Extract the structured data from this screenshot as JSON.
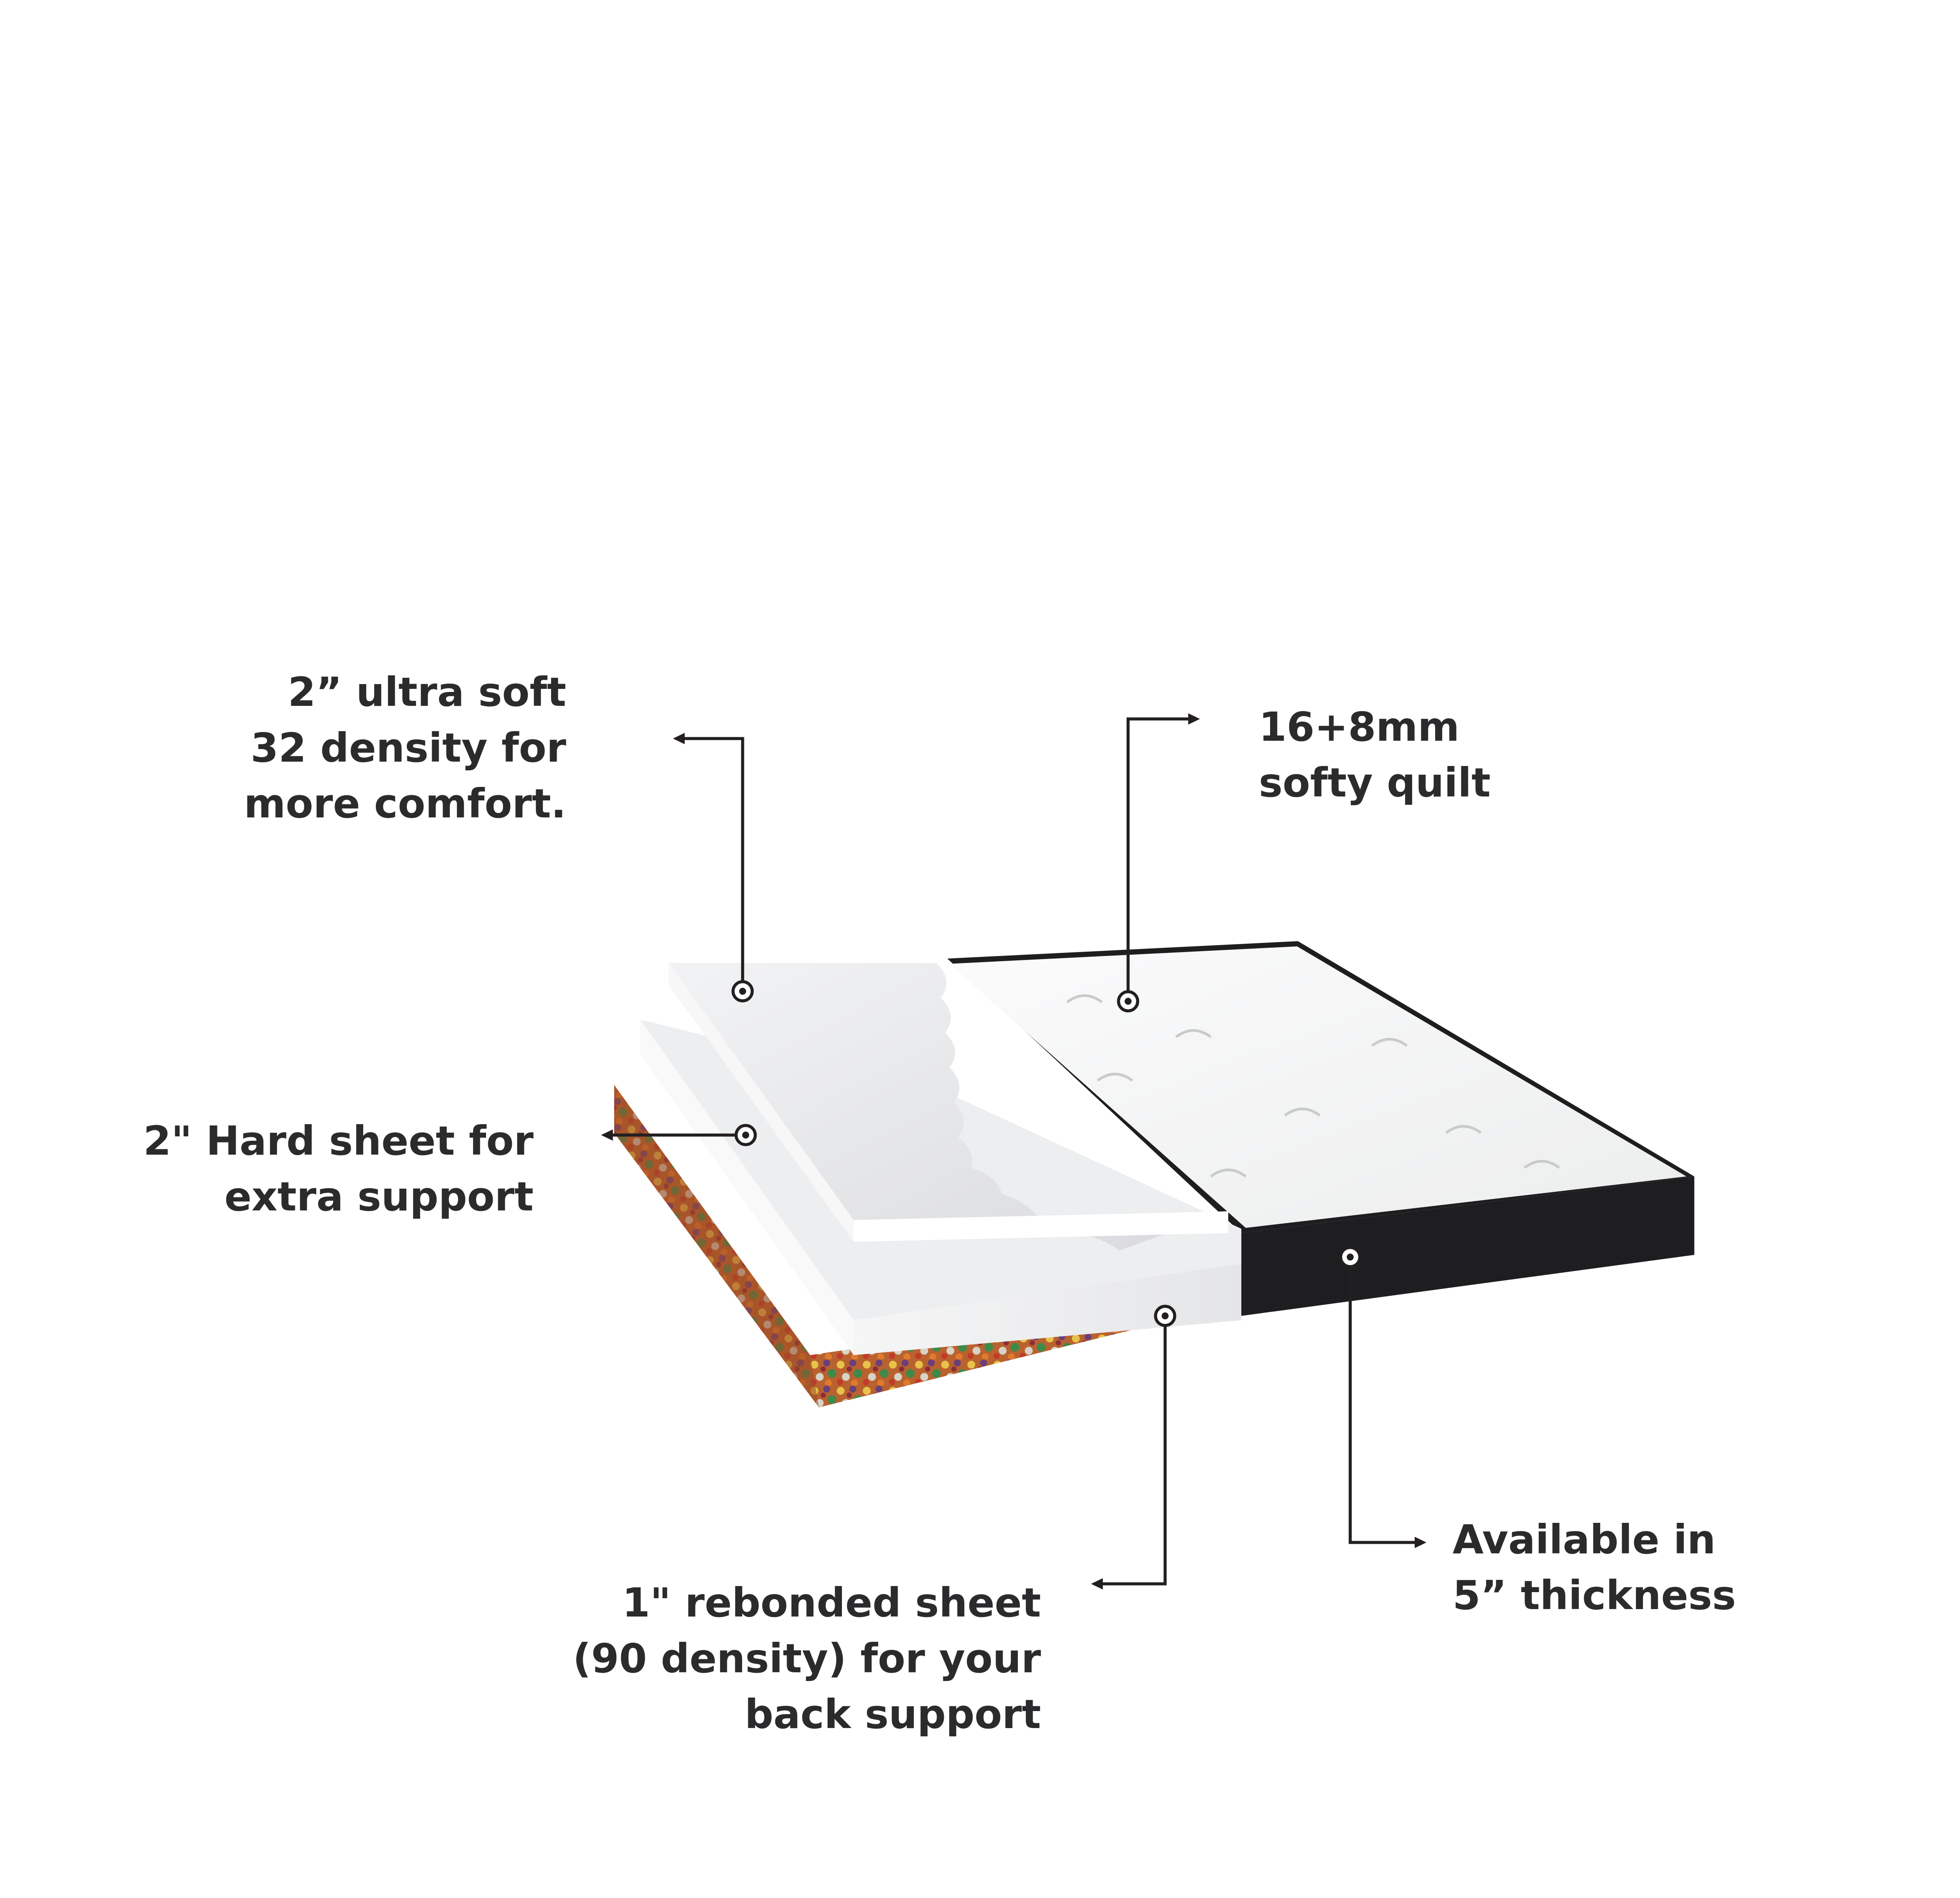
{
  "callouts": {
    "ultra_soft": {
      "lines": [
        "2” ultra soft",
        "32 density for",
        "more comfort."
      ]
    },
    "hard_sheet": {
      "lines": [
        "2\" Hard sheet for",
        "extra  support"
      ]
    },
    "softy_quilt": {
      "lines": [
        "16+8mm",
        "softy quilt"
      ]
    },
    "thickness": {
      "lines": [
        "Available in",
        "5” thickness"
      ]
    },
    "rebonded": {
      "lines": [
        "1\" rebonded sheet",
        "(90 density) for your",
        "back support"
      ]
    }
  },
  "colors": {
    "text": "#2b2a2c",
    "leader": "#231f20",
    "quilt_top": "#f4f4f6",
    "side_dark": "#1e1e20",
    "foam_top": "#e9eaec",
    "foam_side": "#f7f7f8",
    "rebonded_top": "#b4532c"
  }
}
